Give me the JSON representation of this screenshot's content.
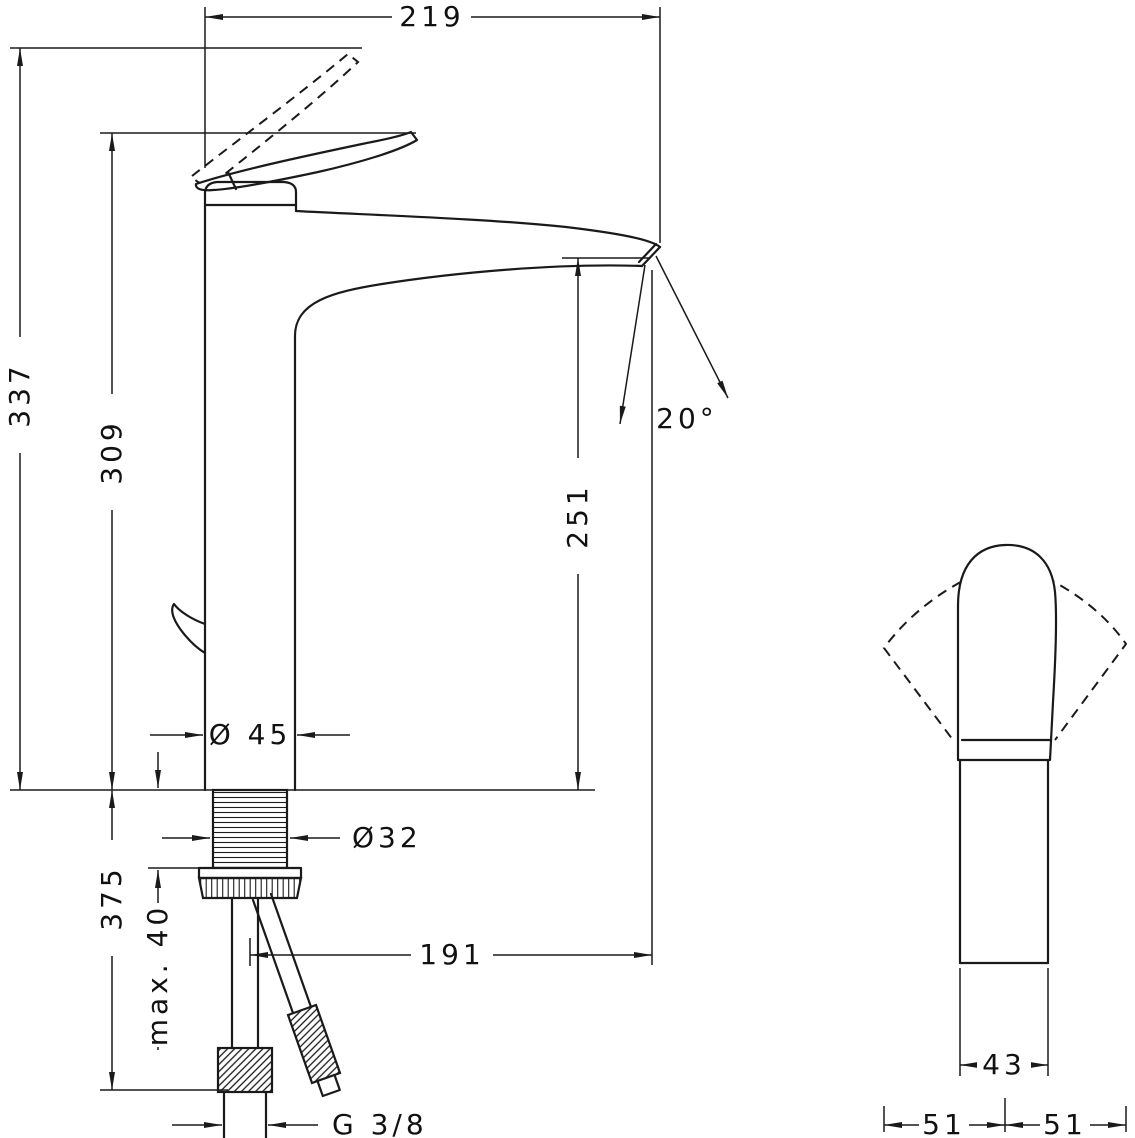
{
  "colors": {
    "line": "#1a1a1a",
    "background": "#ffffff"
  },
  "dims": {
    "overall_width": "219",
    "overall_height": "337",
    "body_height": "309",
    "spout_height": "251",
    "spout_angle": "20°",
    "base_diameter": "Ø 45",
    "shank_diameter": "Ø32",
    "installation_depth": "375",
    "max_mounting_thickness": "max. 40",
    "spout_reach": "191",
    "connection_thread": "G 3/8",
    "side_body_width": "43",
    "handle_swing_left": "51",
    "handle_swing_right": "51"
  }
}
